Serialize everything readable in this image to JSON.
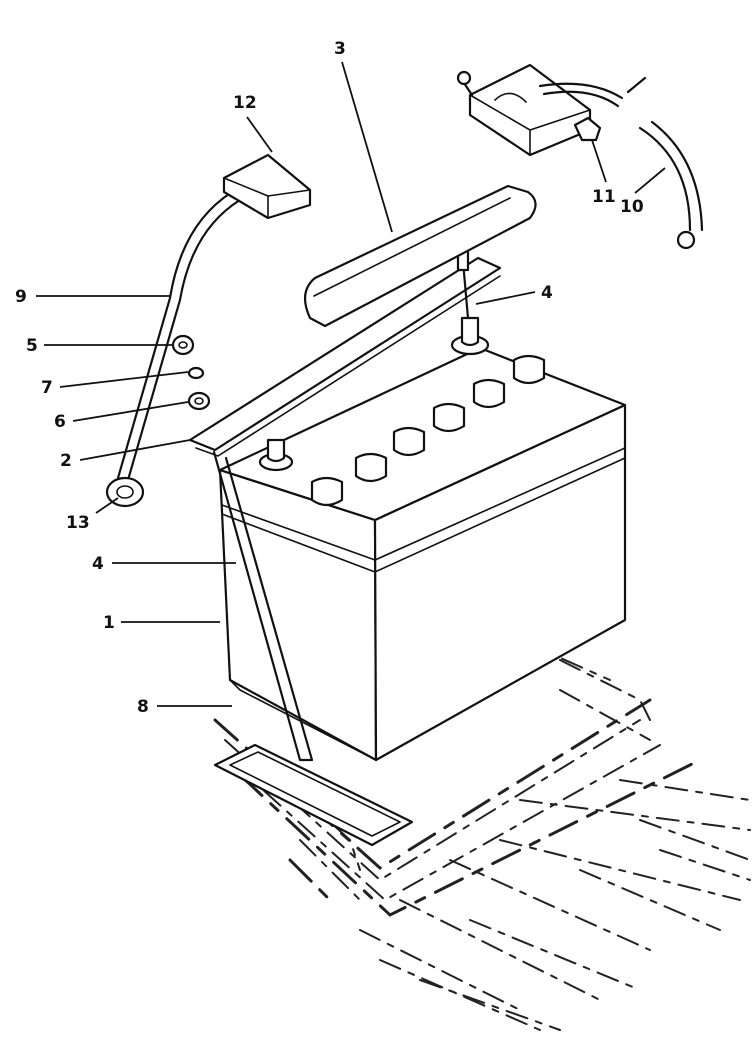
{
  "callouts": [
    "1",
    "2",
    "3",
    "4",
    "4",
    "5",
    "6",
    "7",
    "8",
    "9",
    "10",
    "11",
    "12",
    "13"
  ],
  "colors": {
    "ink": "#111111",
    "paper": "#ffffff"
  }
}
